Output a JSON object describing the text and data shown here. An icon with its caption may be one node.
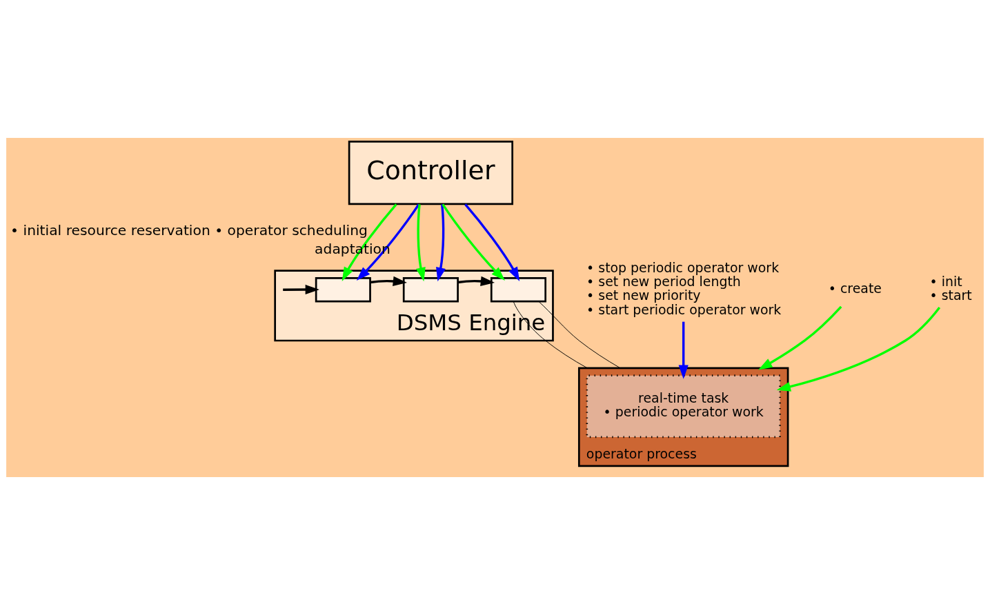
{
  "diagram": {
    "nodes": [
      {
        "text": [
          "Controller"
        ]
      },
      {
        "text": [
          "DSMS Engine"
        ]
      },
      {
        "text": [],
        "shape": "box",
        "in": 1
      },
      {
        "text": [],
        "shape": "box",
        "in": 1
      },
      {
        "text": [],
        "shape": "box",
        "in": 1
      },
      {
        "text": [
          "operator process"
        ]
      },
      {
        "text": [
          "real-time task",
          "• periodic operator work"
        ],
        "in": 5
      },
      {
        "text": [
          "• stop periodic operator work",
          "• set new period length",
          "• set new priority",
          "• start periodic operator work"
        ]
      },
      {
        "text": [
          "• create"
        ]
      },
      {
        "text": [
          "• init",
          "• start"
        ]
      }
    ],
    "edges": [
      {
        "from": 0,
        "to": 2,
        "arrow": "to",
        "color": "#00ff00",
        "label": "• initial resource reservation • operator scheduling"
      },
      {
        "from": 0,
        "to": 3,
        "arrow": "to",
        "color": "#00ff00"
      },
      {
        "from": 0,
        "to": 4,
        "arrow": "to",
        "color": "#00ff00"
      },
      {
        "from": 0,
        "to": 2,
        "arrow": "to",
        "color": "#0000ff",
        "label": "adaptation"
      },
      {
        "from": 0,
        "to": 3,
        "arrow": "to",
        "color": "#0000ff"
      },
      {
        "from": 0,
        "to": 4,
        "arrow": "to",
        "color": "#0000ff"
      },
      {
        "from": null,
        "to": 2,
        "arrow": "to",
        "color": "#000000"
      },
      {
        "from": 2,
        "to": 3,
        "arrow": "to",
        "color": "#000000"
      },
      {
        "from": 3,
        "to": 4,
        "arrow": "to",
        "color": "#000000"
      },
      {
        "from": 4,
        "to": 5,
        "arrow": "none",
        "color": "#000000"
      },
      {
        "from": 4,
        "to": 5,
        "arrow": "none",
        "color": "#000000"
      },
      {
        "from": 7,
        "to": 6,
        "arrow": "to",
        "color": "#0000ff"
      },
      {
        "from": 8,
        "to": 5,
        "arrow": "to",
        "color": "#00ff00"
      },
      {
        "from": 9,
        "to": 6,
        "arrow": "to",
        "color": "#00ff00"
      }
    ]
  }
}
